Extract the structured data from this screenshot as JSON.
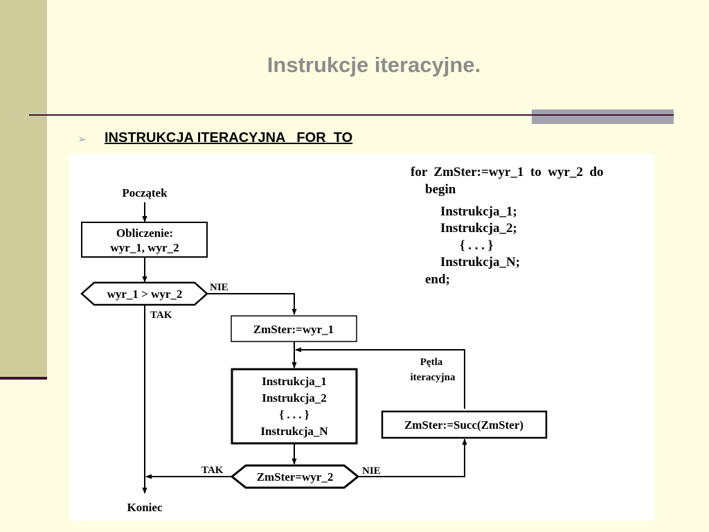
{
  "slide": {
    "title": "Instrukcje iteracyjne.",
    "heading": "INSTRUKCJA ITERACYJNA   FOR  TO"
  },
  "diagram": {
    "code_lines": [
      "for  ZmSter:=wyr_1  to  wyr_2  do",
      "begin",
      "Instrukcja_1;",
      "Instrukcja_2;",
      "{ . . . }",
      "Instrukcja_N;",
      "end;"
    ],
    "start": "Początek",
    "compute_box": [
      "Obliczenie:",
      "wyr_1, wyr_2"
    ],
    "cond1": "wyr_1 > wyr_2",
    "nie1": "NIE",
    "tak1": "TAK",
    "assign_box": "ZmSter:=wyr_1",
    "loop_label": [
      "Pętla",
      "iteracyjna"
    ],
    "body_box": [
      "Instrukcja_1",
      "Instrukcja_2",
      "{ . . . }",
      "Instrukcja_N"
    ],
    "succ_box": "ZmSter:=Succ(ZmSter)",
    "cond2": "ZmSter=wyr_2",
    "tak2": "TAK",
    "nie2": "NIE",
    "end": "Koniec"
  }
}
